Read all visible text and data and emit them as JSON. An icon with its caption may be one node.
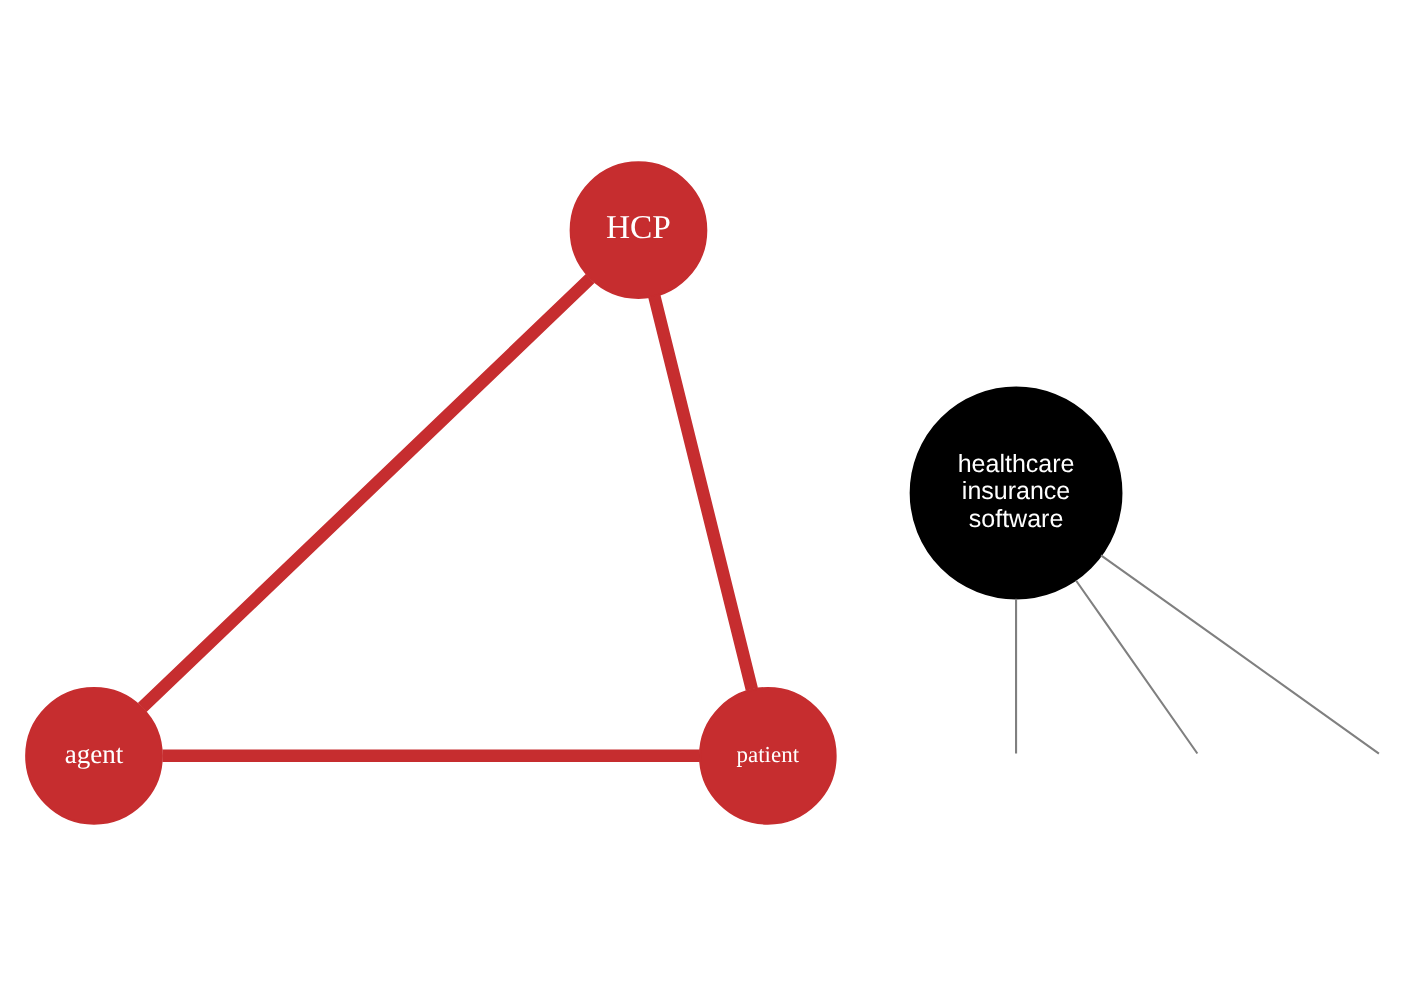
{
  "diagram": {
    "nodes": [
      {
        "text": [
          "HCP"
        ]
      },
      {
        "text": [
          "healthcare insurance software"
        ]
      },
      {
        "text": [
          "agent"
        ]
      },
      {
        "text": [
          "patient"
        ]
      }
    ],
    "edges": [
      {
        "from": 0,
        "to": 2,
        "arrow": "none",
        "style": "thick",
        "color": "#c62d2f"
      },
      {
        "from": 0,
        "to": 3,
        "arrow": "none",
        "style": "thick",
        "color": "#c62d2f"
      },
      {
        "from": 2,
        "to": 3,
        "arrow": "none",
        "style": "thick",
        "color": "#c62d2f"
      },
      {
        "from": 1,
        "to": null,
        "arrow": "none",
        "color": "#808080"
      },
      {
        "from": 1,
        "to": null,
        "arrow": "none",
        "color": "#808080"
      },
      {
        "from": 1,
        "to": null,
        "arrow": "none",
        "color": "#808080"
      }
    ]
  }
}
